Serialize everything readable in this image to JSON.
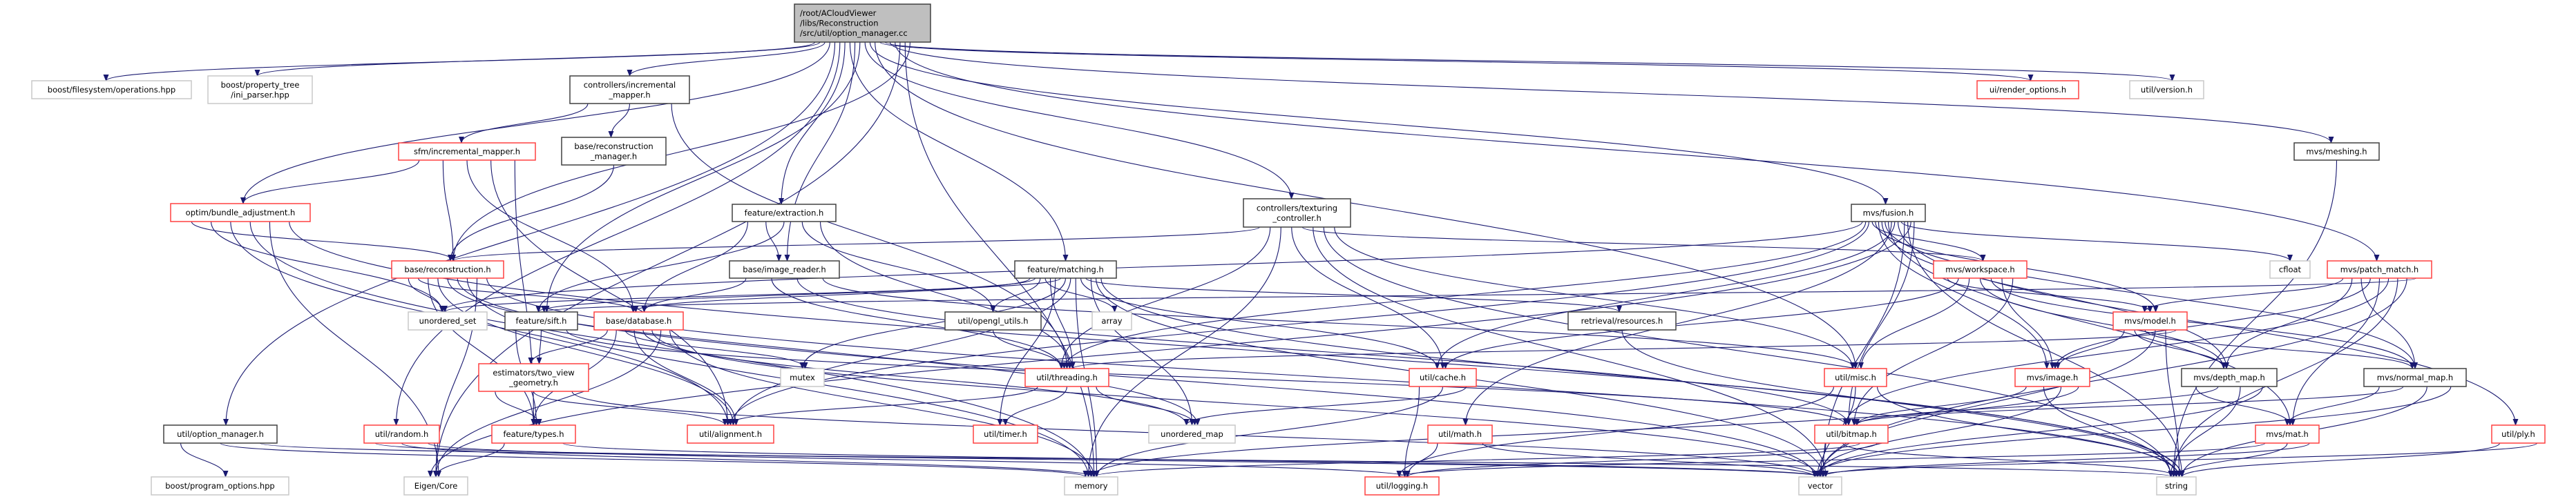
{
  "colors": {
    "edge": "#191970",
    "root_fill": "#bfbfbf",
    "border_root": "#404040",
    "border_red": "#ff4040",
    "border_black": "#404040",
    "border_gray": "#c8c8c8",
    "node_fill": "#ffffff"
  },
  "nodes": [
    {
      "id": "root",
      "style": "root",
      "lines": [
        "/root/ACloudViewer",
        "/libs/Reconstruction",
        "/src/util/option_manager.cc"
      ]
    },
    {
      "id": "boost_fs",
      "style": "gray",
      "lines": [
        "boost/filesystem/operations.hpp"
      ]
    },
    {
      "id": "boost_pt",
      "style": "gray",
      "lines": [
        "boost/property_tree",
        "/ini_parser.hpp"
      ]
    },
    {
      "id": "ctrl_inc",
      "style": "black",
      "lines": [
        "controllers/incremental",
        "_mapper.h"
      ]
    },
    {
      "id": "sfm_inc",
      "style": "red",
      "lines": [
        "sfm/incremental_mapper.h"
      ]
    },
    {
      "id": "recon_mgr",
      "style": "black",
      "lines": [
        "base/reconstruction",
        "_manager.h"
      ]
    },
    {
      "id": "bundle",
      "style": "red",
      "lines": [
        "optim/bundle_adjustment.h"
      ]
    },
    {
      "id": "recon",
      "style": "red",
      "lines": [
        "base/reconstruction.h"
      ]
    },
    {
      "id": "uset",
      "style": "gray",
      "lines": [
        "unordered_set"
      ]
    },
    {
      "id": "sift",
      "style": "black",
      "lines": [
        "feature/sift.h"
      ]
    },
    {
      "id": "database",
      "style": "red",
      "lines": [
        "base/database.h"
      ]
    },
    {
      "id": "twoview",
      "style": "red",
      "lines": [
        "estimators/two_view",
        "_geometry.h"
      ]
    },
    {
      "id": "optmgr",
      "style": "black",
      "lines": [
        "util/option_manager.h"
      ]
    },
    {
      "id": "random",
      "style": "red",
      "lines": [
        "util/random.h"
      ]
    },
    {
      "id": "ftypes",
      "style": "red",
      "lines": [
        "feature/types.h"
      ]
    },
    {
      "id": "boost_po",
      "style": "gray",
      "lines": [
        "boost/program_options.hpp"
      ]
    },
    {
      "id": "eigen",
      "style": "gray",
      "lines": [
        "Eigen/Core"
      ]
    },
    {
      "id": "extraction",
      "style": "black",
      "lines": [
        "feature/extraction.h"
      ]
    },
    {
      "id": "imgreader",
      "style": "black",
      "lines": [
        "base/image_reader.h"
      ]
    },
    {
      "id": "matching",
      "style": "black",
      "lines": [
        "feature/matching.h"
      ]
    },
    {
      "id": "opengl",
      "style": "black",
      "lines": [
        "util/opengl_utils.h"
      ]
    },
    {
      "id": "array",
      "style": "gray",
      "lines": [
        "array"
      ]
    },
    {
      "id": "mutex",
      "style": "gray",
      "lines": [
        "mutex"
      ]
    },
    {
      "id": "threading",
      "style": "red",
      "lines": [
        "util/threading.h"
      ]
    },
    {
      "id": "alignment",
      "style": "red",
      "lines": [
        "util/alignment.h"
      ]
    },
    {
      "id": "timer",
      "style": "red",
      "lines": [
        "util/timer.h"
      ]
    },
    {
      "id": "umap",
      "style": "gray",
      "lines": [
        "unordered_map"
      ]
    },
    {
      "id": "memory",
      "style": "gray",
      "lines": [
        "memory"
      ]
    },
    {
      "id": "texturing",
      "style": "black",
      "lines": [
        "controllers/texturing",
        "_controller.h"
      ]
    },
    {
      "id": "fusion",
      "style": "black",
      "lines": [
        "mvs/fusion.h"
      ]
    },
    {
      "id": "resources",
      "style": "black",
      "lines": [
        "retrieval/resources.h"
      ]
    },
    {
      "id": "cache",
      "style": "red",
      "lines": [
        "util/cache.h"
      ]
    },
    {
      "id": "misc",
      "style": "red",
      "lines": [
        "util/misc.h"
      ]
    },
    {
      "id": "math",
      "style": "red",
      "lines": [
        "util/math.h"
      ]
    },
    {
      "id": "bitmap",
      "style": "red",
      "lines": [
        "util/bitmap.h"
      ]
    },
    {
      "id": "logging",
      "style": "red",
      "lines": [
        "util/logging.h"
      ]
    },
    {
      "id": "vector",
      "style": "gray",
      "lines": [
        "vector"
      ]
    },
    {
      "id": "render",
      "style": "red",
      "lines": [
        "ui/render_options.h"
      ]
    },
    {
      "id": "version",
      "style": "gray",
      "lines": [
        "util/version.h"
      ]
    },
    {
      "id": "meshing",
      "style": "black",
      "lines": [
        "mvs/meshing.h"
      ]
    },
    {
      "id": "workspace",
      "style": "red",
      "lines": [
        "mvs/workspace.h"
      ]
    },
    {
      "id": "cfloat",
      "style": "gray",
      "lines": [
        "cfloat"
      ]
    },
    {
      "id": "patch",
      "style": "red",
      "lines": [
        "mvs/patch_match.h"
      ]
    },
    {
      "id": "model",
      "style": "red",
      "lines": [
        "mvs/model.h"
      ]
    },
    {
      "id": "image",
      "style": "red",
      "lines": [
        "mvs/image.h"
      ]
    },
    {
      "id": "depth",
      "style": "black",
      "lines": [
        "mvs/depth_map.h"
      ]
    },
    {
      "id": "normal",
      "style": "black",
      "lines": [
        "mvs/normal_map.h"
      ]
    },
    {
      "id": "mat",
      "style": "red",
      "lines": [
        "mvs/mat.h"
      ]
    },
    {
      "id": "ply",
      "style": "red",
      "lines": [
        "util/ply.h"
      ]
    },
    {
      "id": "string",
      "style": "gray",
      "lines": [
        "string"
      ]
    }
  ],
  "edges": [
    [
      "root",
      "boost_fs"
    ],
    [
      "root",
      "boost_pt"
    ],
    [
      "root",
      "ctrl_inc"
    ],
    [
      "root",
      "bundle"
    ],
    [
      "root",
      "optmgr"
    ],
    [
      "root",
      "random"
    ],
    [
      "root",
      "extraction"
    ],
    [
      "root",
      "matching"
    ],
    [
      "root",
      "imgreader"
    ],
    [
      "root",
      "sift"
    ],
    [
      "root",
      "texturing"
    ],
    [
      "root",
      "fusion"
    ],
    [
      "root",
      "misc"
    ],
    [
      "root",
      "render"
    ],
    [
      "root",
      "version"
    ],
    [
      "root",
      "meshing"
    ],
    [
      "root",
      "patch"
    ],
    [
      "root",
      "eigen"
    ],
    [
      "root",
      "memory"
    ],
    [
      "root",
      "recon"
    ],
    [
      "ctrl_inc",
      "sfm_inc"
    ],
    [
      "ctrl_inc",
      "recon_mgr"
    ],
    [
      "ctrl_inc",
      "threading"
    ],
    [
      "sfm_inc",
      "bundle"
    ],
    [
      "sfm_inc",
      "recon"
    ],
    [
      "sfm_inc",
      "database"
    ],
    [
      "sfm_inc",
      "alignment"
    ],
    [
      "sfm_inc",
      "ftypes"
    ],
    [
      "recon_mgr",
      "recon"
    ],
    [
      "bundle",
      "recon"
    ],
    [
      "bundle",
      "uset"
    ],
    [
      "bundle",
      "alignment"
    ],
    [
      "bundle",
      "memory"
    ],
    [
      "bundle",
      "eigen"
    ],
    [
      "bundle",
      "string"
    ],
    [
      "recon",
      "uset"
    ],
    [
      "recon",
      "database"
    ],
    [
      "recon",
      "ftypes"
    ],
    [
      "recon",
      "alignment"
    ],
    [
      "recon",
      "umap"
    ],
    [
      "recon",
      "vector"
    ],
    [
      "recon",
      "memory"
    ],
    [
      "recon",
      "eigen"
    ],
    [
      "recon",
      "string"
    ],
    [
      "extraction",
      "database"
    ],
    [
      "extraction",
      "imgreader"
    ],
    [
      "extraction",
      "sift"
    ],
    [
      "extraction",
      "opengl"
    ],
    [
      "extraction",
      "threading"
    ],
    [
      "imgreader",
      "database"
    ],
    [
      "imgreader",
      "threading"
    ],
    [
      "imgreader",
      "bitmap"
    ],
    [
      "imgreader",
      "misc"
    ],
    [
      "sift",
      "ftypes"
    ],
    [
      "sift",
      "twoview"
    ],
    [
      "sift",
      "bitmap"
    ],
    [
      "database",
      "twoview"
    ],
    [
      "database",
      "ftypes"
    ],
    [
      "database",
      "mutex"
    ],
    [
      "database",
      "alignment"
    ],
    [
      "database",
      "umap"
    ],
    [
      "database",
      "vector"
    ],
    [
      "database",
      "eigen"
    ],
    [
      "database",
      "memory"
    ],
    [
      "twoview",
      "ftypes"
    ],
    [
      "twoview",
      "alignment"
    ],
    [
      "twoview",
      "vector"
    ],
    [
      "ftypes",
      "eigen"
    ],
    [
      "ftypes",
      "vector"
    ],
    [
      "optmgr",
      "boost_po"
    ],
    [
      "optmgr",
      "memory"
    ],
    [
      "optmgr",
      "string"
    ],
    [
      "random",
      "vector"
    ],
    [
      "random",
      "memory"
    ],
    [
      "random",
      "logging"
    ],
    [
      "matching",
      "database"
    ],
    [
      "matching",
      "sift"
    ],
    [
      "matching",
      "opengl"
    ],
    [
      "matching",
      "array"
    ],
    [
      "matching",
      "threading"
    ],
    [
      "matching",
      "timer"
    ],
    [
      "matching",
      "uset"
    ],
    [
      "matching",
      "mutex"
    ],
    [
      "matching",
      "alignment"
    ],
    [
      "matching",
      "memory"
    ],
    [
      "matching",
      "cache"
    ],
    [
      "matching",
      "resources"
    ],
    [
      "matching",
      "umap"
    ],
    [
      "matching",
      "vector"
    ],
    [
      "matching",
      "string"
    ],
    [
      "opengl",
      "threading"
    ],
    [
      "threading",
      "alignment"
    ],
    [
      "threading",
      "timer"
    ],
    [
      "threading",
      "umap"
    ],
    [
      "texturing",
      "recon"
    ],
    [
      "texturing",
      "threading"
    ],
    [
      "texturing",
      "memory"
    ],
    [
      "texturing",
      "cache"
    ],
    [
      "texturing",
      "workspace"
    ],
    [
      "texturing",
      "vector"
    ],
    [
      "texturing",
      "string"
    ],
    [
      "texturing",
      "misc"
    ],
    [
      "resources",
      "string"
    ],
    [
      "cache",
      "logging"
    ],
    [
      "cache",
      "memory"
    ],
    [
      "cache",
      "umap"
    ],
    [
      "misc",
      "logging"
    ],
    [
      "misc",
      "vector"
    ],
    [
      "misc",
      "string"
    ],
    [
      "math",
      "logging"
    ],
    [
      "math",
      "vector"
    ],
    [
      "bitmap",
      "vector"
    ],
    [
      "bitmap",
      "string"
    ],
    [
      "bitmap",
      "memory"
    ],
    [
      "bitmap",
      "logging"
    ],
    [
      "fusion",
      "uset"
    ],
    [
      "fusion",
      "threading"
    ],
    [
      "fusion",
      "alignment"
    ],
    [
      "fusion",
      "workspace"
    ],
    [
      "fusion",
      "model"
    ],
    [
      "fusion",
      "image"
    ],
    [
      "fusion",
      "depth"
    ],
    [
      "fusion",
      "normal"
    ],
    [
      "fusion",
      "mat"
    ],
    [
      "fusion",
      "math"
    ],
    [
      "fusion",
      "cache"
    ],
    [
      "fusion",
      "ply"
    ],
    [
      "fusion",
      "cfloat"
    ],
    [
      "fusion",
      "vector"
    ],
    [
      "fusion",
      "string"
    ],
    [
      "fusion",
      "eigen"
    ],
    [
      "fusion",
      "bitmap"
    ],
    [
      "workspace",
      "model"
    ],
    [
      "workspace",
      "cache"
    ],
    [
      "workspace",
      "misc"
    ],
    [
      "workspace",
      "depth"
    ],
    [
      "workspace",
      "normal"
    ],
    [
      "workspace",
      "image"
    ],
    [
      "workspace",
      "bitmap"
    ],
    [
      "model",
      "image"
    ],
    [
      "model",
      "depth"
    ],
    [
      "model",
      "normal"
    ],
    [
      "model",
      "vector"
    ],
    [
      "model",
      "string"
    ],
    [
      "model",
      "threading"
    ],
    [
      "patch",
      "model"
    ],
    [
      "patch",
      "depth"
    ],
    [
      "patch",
      "normal"
    ],
    [
      "patch",
      "image"
    ],
    [
      "patch",
      "mat"
    ],
    [
      "patch",
      "bitmap"
    ],
    [
      "patch",
      "string"
    ],
    [
      "patch",
      "vector"
    ],
    [
      "patch",
      "sift"
    ],
    [
      "image",
      "bitmap"
    ],
    [
      "image",
      "string"
    ],
    [
      "image",
      "vector"
    ],
    [
      "image",
      "memory"
    ],
    [
      "depth",
      "mat"
    ],
    [
      "depth",
      "bitmap"
    ],
    [
      "depth",
      "string"
    ],
    [
      "depth",
      "vector"
    ],
    [
      "normal",
      "mat"
    ],
    [
      "normal",
      "bitmap"
    ],
    [
      "normal",
      "string"
    ],
    [
      "normal",
      "vector"
    ],
    [
      "mat",
      "logging"
    ],
    [
      "mat",
      "string"
    ],
    [
      "mat",
      "vector"
    ],
    [
      "ply",
      "string"
    ],
    [
      "ply",
      "vector"
    ],
    [
      "meshing",
      "string"
    ]
  ]
}
